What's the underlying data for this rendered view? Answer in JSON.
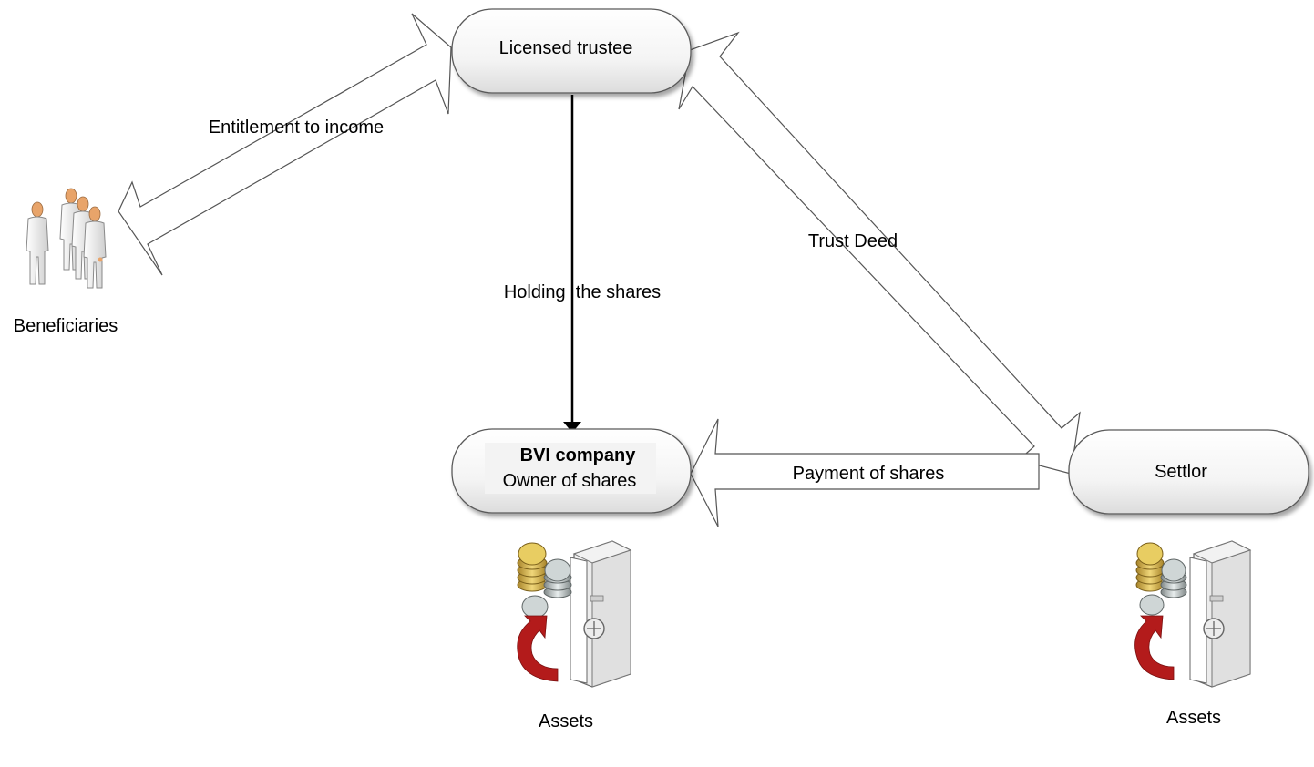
{
  "nodes": {
    "trustee": {
      "label": "Licensed trustee"
    },
    "company": {
      "title": "BVI company",
      "subtitle": "Owner of shares"
    },
    "settlor": {
      "label": "Settlor"
    },
    "beneficiaries": {
      "label": "Beneficiaries",
      "icon": "people-group-icon"
    }
  },
  "edges": {
    "entitlement": {
      "label": "Entitlement to income"
    },
    "holding": {
      "label": "Holding  the shares"
    },
    "trust_deed": {
      "label": "Trust Deed"
    },
    "payment": {
      "label": "Payment of shares"
    }
  },
  "assets": {
    "company_assets": {
      "label": "Assets",
      "icon": "safe-coins-icon"
    },
    "settlor_assets": {
      "label": "Assets",
      "icon": "safe-coins-icon"
    }
  },
  "colors": {
    "node_fill_top": "#ffffff",
    "node_fill_bottom": "#e6e6e6",
    "node_border": "#5a5a5a",
    "arrow_stroke": "#555555",
    "coin_gold": "#d6b24a",
    "coin_silver": "#b9c0c0",
    "red_arrow": "#b31b1b"
  }
}
